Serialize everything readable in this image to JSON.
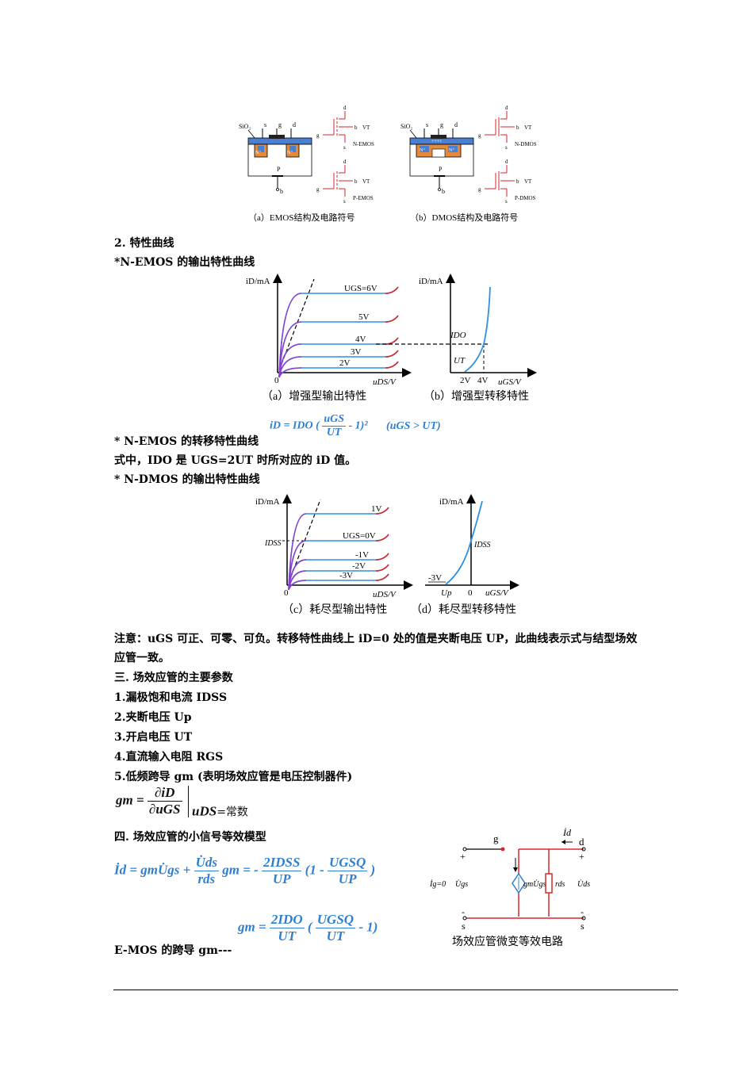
{
  "figure_top": {
    "emos": {
      "caption": "（a）EMOS结构及电路符号",
      "sio2": "SiO₂",
      "terminals": [
        "s",
        "g",
        "d"
      ],
      "substrate": "P",
      "body_label": "b",
      "nplus": "N⁺",
      "n_symbol": {
        "d": "d",
        "g": "g",
        "b": "b",
        "vt": "VT",
        "s": "s",
        "name": "N-EMOS"
      },
      "p_symbol": {
        "d": "d",
        "g": "g",
        "b": "b",
        "vt": "VT",
        "s": "s",
        "name": "P-EMOS"
      }
    },
    "dmos": {
      "caption": "（b）DMOS结构及电路符号",
      "sio2": "SiO₂",
      "terminals": [
        "s",
        "g",
        "d"
      ],
      "substrate": "P",
      "body_label": "b",
      "nplus": "N⁺",
      "channel_marks": "++++",
      "n_symbol": {
        "d": "d",
        "g": "g",
        "b": "b",
        "vt": "VT",
        "s": "s",
        "name": "N-DMOS"
      },
      "p_symbol": {
        "d": "d",
        "g": "g",
        "b": "b",
        "vt": "VT",
        "s": "s",
        "name": "P-DMOS"
      }
    }
  },
  "section2": {
    "heading": "2. 特性曲线",
    "nemos_output": "*N-EMOS 的输出特性曲线",
    "nemos_transfer": "* N-EMOS 的转移特性曲线",
    "note_line": "式中，IDO 是 UGS=2UT 时所对应的 iD 值。",
    "ndmos_output": "* N-DMOS 的输出特性曲线"
  },
  "chart_data": [
    {
      "type": "line",
      "title": "（a）增强型输出特性",
      "ylabel": "iD/mA",
      "xlabel": "uDS/V",
      "origin": "0",
      "series": [
        {
          "name": "UGS=6V"
        },
        {
          "name": "5V"
        },
        {
          "name": "4V"
        },
        {
          "name": "3V"
        },
        {
          "name": "2V"
        }
      ]
    },
    {
      "type": "line",
      "title": "（b）增强型转移特性",
      "ylabel": "iD/mA",
      "xlabel": "uGS/V",
      "annotations": [
        "IDO",
        "UT"
      ],
      "x_ticks": [
        "2V",
        "4V"
      ]
    },
    {
      "type": "line",
      "title": "（c）耗尽型输出特性",
      "ylabel": "iD/mA",
      "xlabel": "uDS/V",
      "origin": "0",
      "annotations": [
        "IDSS"
      ],
      "series": [
        {
          "name": "1V"
        },
        {
          "name": "UGS=0V"
        },
        {
          "name": "-1V"
        },
        {
          "name": "-2V"
        },
        {
          "name": "-3V"
        }
      ]
    },
    {
      "type": "line",
      "title": "（d）耗尽型转移特性",
      "ylabel": "iD/mA",
      "xlabel": "uGS/V",
      "annotations": [
        "IDSS",
        "-3V",
        "Up"
      ],
      "origin": "0"
    }
  ],
  "formula_transfer": {
    "lhs": "iD = IDO (",
    "num": "uGS",
    "den": "UT",
    "tail": "- 1)²",
    "condition": "(uGS > UT)"
  },
  "notice": {
    "line1": "注意：uGS 可正、可零、可负。转移特性曲线上 iD=0 处的值是夹断电压 UP，此曲线表示式与结型场效",
    "line2": "应管一致。"
  },
  "section3": {
    "heading": "三. 场效应管的主要参数",
    "items": [
      "1.漏极饱和电流 IDSS",
      "2.夹断电压 Up",
      "3.开启电压 UT",
      "4.直流输入电阻 RGS",
      "5.低频跨导 gm  (表明场效应管是电压控制器件)"
    ],
    "gm_formula": {
      "lhs": "gm =",
      "num": "∂iD",
      "den": "∂uGS",
      "cond": "uDS",
      "const": "=常数"
    }
  },
  "section4": {
    "heading": "四. 场效应管的小信号等效模型",
    "formula1": {
      "lhs": "İd = gmU̇gs +",
      "num1": "U̇ds",
      "den1": "rds",
      "mid": "gm = -",
      "num2": "2IDSS",
      "den2": "UP",
      "paren_open": "(1 -",
      "num3": "UGSQ",
      "den3": "UP",
      "paren_close": ")"
    },
    "formula2": {
      "lhs": "gm =",
      "num1": "2IDO",
      "den1": "UT",
      "paren_open": "(",
      "num2": "UGSQ",
      "den2": "UT",
      "paren_close": "- 1)"
    },
    "emos_gm_label": "E-MOS  的跨导 gm---",
    "circuit": {
      "g": "g",
      "d": "d",
      "s_left": "s",
      "s_right": "s",
      "id": "İd",
      "ig": "İg=0",
      "ugs": "U̇gs",
      "source": "gmU̇gs",
      "rds": "rds",
      "uds": "U̇ds",
      "plus": "+",
      "minus": "-",
      "caption": "场效应管微变等效电路"
    }
  }
}
